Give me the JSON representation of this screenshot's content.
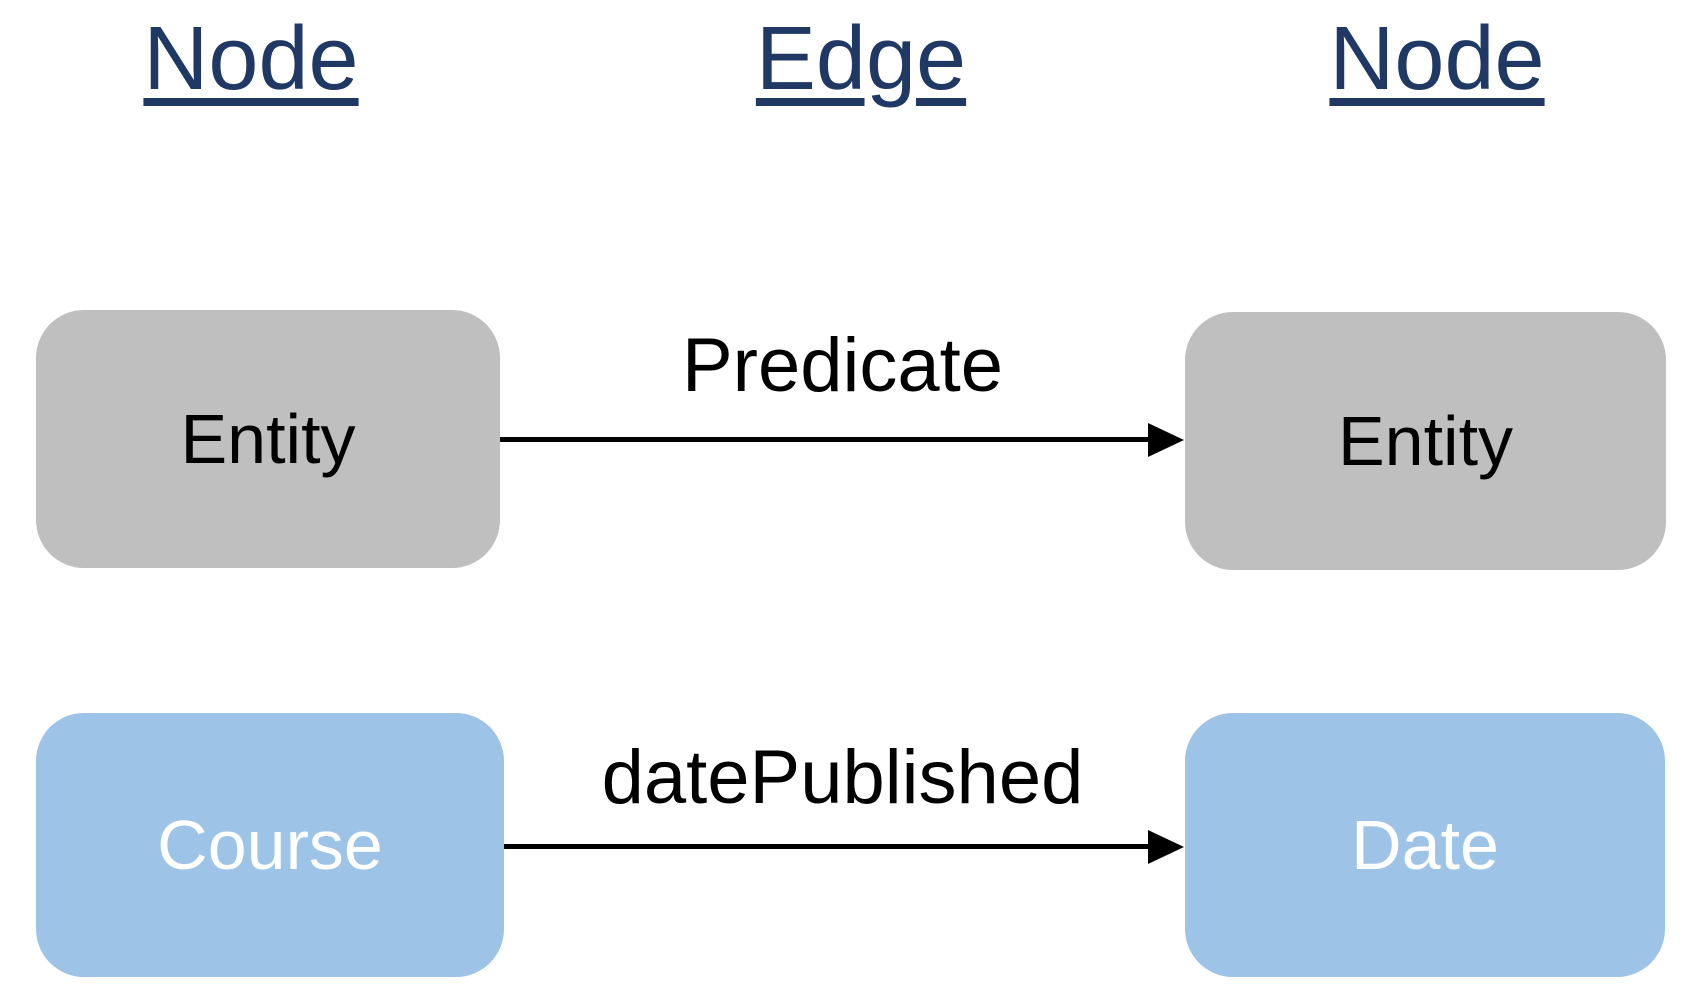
{
  "page": {
    "background": "#FFFFFF"
  },
  "headers": {
    "left": "Node",
    "middle": "Edge",
    "right": "Node",
    "text_color": "#1F3864"
  },
  "rows": [
    {
      "source": {
        "label": "Entity",
        "fill": "#BFBFBF",
        "text_color": "#000000"
      },
      "edge": {
        "label": "Predicate",
        "arrow_color": "#000000"
      },
      "target": {
        "label": "Entity",
        "fill": "#BFBFBF",
        "text_color": "#000000"
      }
    },
    {
      "source": {
        "label": "Course",
        "fill": "#9DC3E6",
        "text_color": "#FFFFFF"
      },
      "edge": {
        "label": "datePublished",
        "arrow_color": "#000000"
      },
      "target": {
        "label": "Date",
        "fill": "#9DC3E6",
        "text_color": "#FFFFFF"
      }
    }
  ]
}
